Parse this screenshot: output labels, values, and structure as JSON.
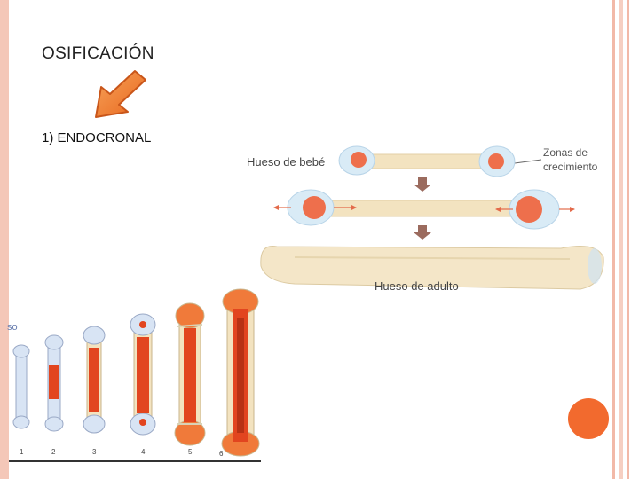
{
  "slide": {
    "title": "OSIFICACIÓN",
    "list_item": "1) ENDOCRONAL"
  },
  "figure_right": {
    "label_baby": "Hueso de bebé",
    "label_zones_line1": "Zonas de",
    "label_zones_line2": "crecimiento",
    "label_adult": "Hueso de adulto"
  },
  "figure_left": {
    "partial_label": "so",
    "stages": [
      "1",
      "2",
      "3",
      "4",
      "5",
      "6"
    ]
  },
  "colors": {
    "accent": "#f26a2e",
    "arrow": "#f0802e",
    "border": "#f4c7b8",
    "bone": "#f3e3c0",
    "marrow": "#e2451f",
    "cartilage": "#cfe3f2"
  }
}
